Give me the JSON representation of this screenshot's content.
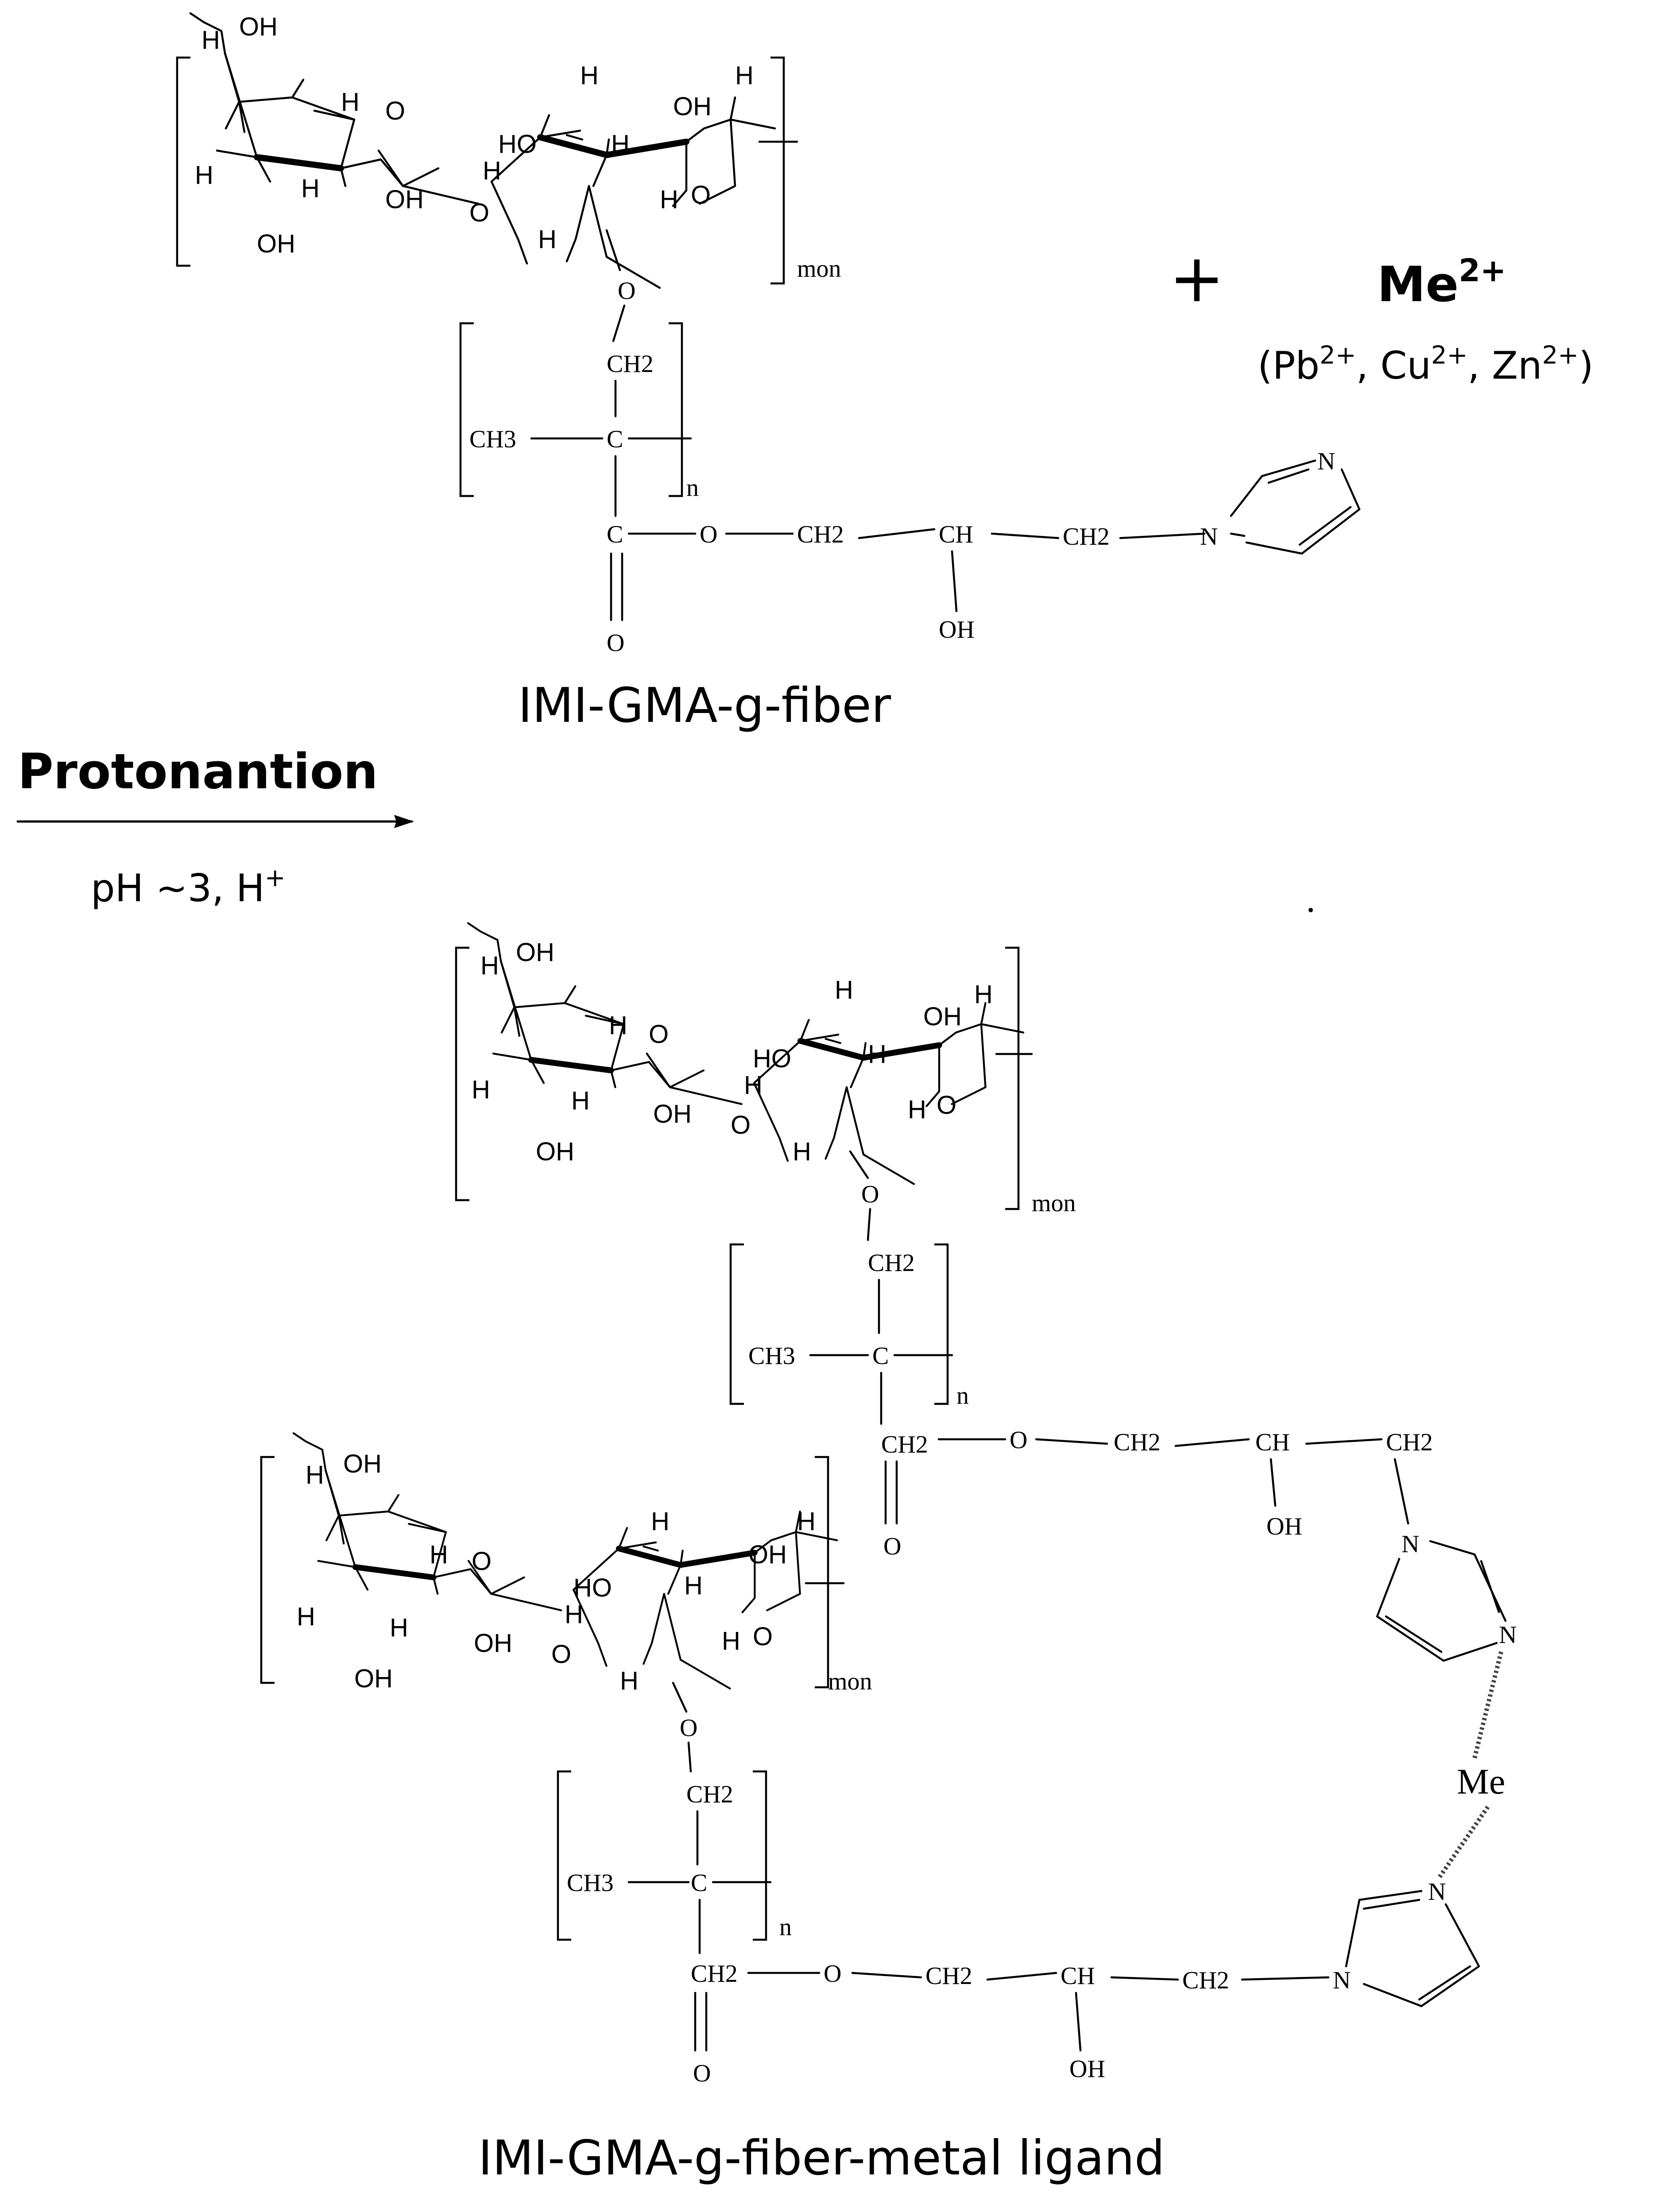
{
  "reactant": {
    "name": "IMI-GMA-g-fiber",
    "repeat_outer": "mon",
    "repeat_inner": "n"
  },
  "metal": {
    "symbol": "Me",
    "charge": "2+",
    "examples": [
      "Pb",
      "Cu",
      "Zn"
    ],
    "examples_text": "(Pb2+, Cu2+, Zn2+)"
  },
  "reaction": {
    "plus": "+",
    "arrow_label": "Protonantion",
    "conditions": "pH ~3, H+"
  },
  "product": {
    "name": "IMI-GMA-g-fiber-metal ligand",
    "center_atom": "Me"
  },
  "atoms": {
    "OH": "OH",
    "H": "H",
    "O": "O",
    "HO": "HO",
    "CH2": "CH2",
    "CH3": "CH3",
    "C": "C",
    "CH": "CH",
    "N": "N",
    "mon": "mon",
    "n": "n"
  }
}
